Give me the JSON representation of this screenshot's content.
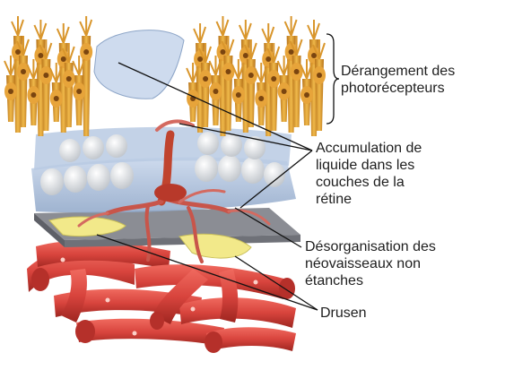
{
  "labels": {
    "photoreceptors": "Dérangement des\nphotorécepteurs",
    "fluid": "Accumulation de\nliquide dans les\ncouches de la\nrétine",
    "neovessels": "Désorganisation des\nnéovaisseaux non\nétanches",
    "drusen": "Drusen"
  },
  "colors": {
    "photoreceptor_orange": "#E0A030",
    "fluid_blue": "#A9BCD8",
    "cell_white": "#ECEEEF",
    "drusen_yellow": "#F2E98A",
    "membrane_gray": "#7D7F86",
    "vessel_red": "#D8443D",
    "leak_red": "#C0442E"
  }
}
